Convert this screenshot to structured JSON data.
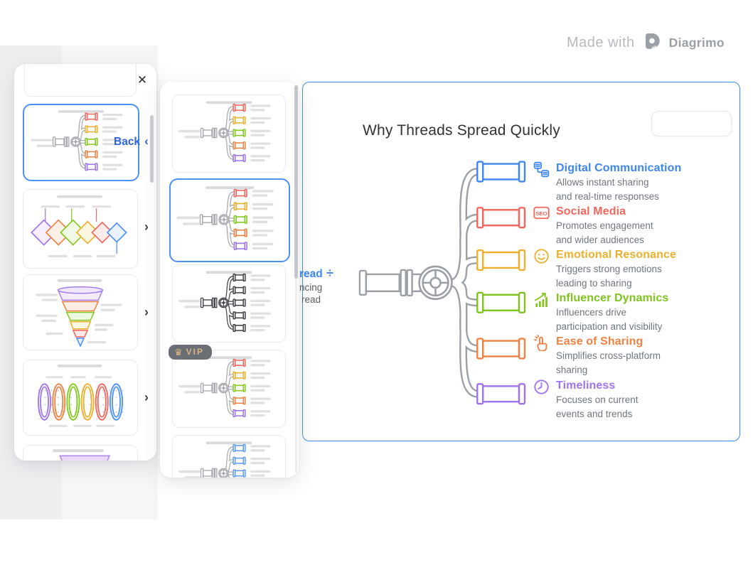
{
  "watermark": {
    "made_with_label": "Made with",
    "brand_name": "Diagrimo",
    "logo_icon": "diagrimo-logo"
  },
  "canvas": {
    "title": "Why Threads Spread Quickly",
    "border_color": "#3f8cf3",
    "toolbar": {
      "buttons": [
        {
          "name": "style-switcher-button",
          "icon": "style-switcher-icon"
        },
        {
          "name": "download-button",
          "icon": "download-icon"
        },
        {
          "name": "delete-button",
          "icon": "trash-icon"
        }
      ]
    },
    "pipe_diagram": {
      "kind": "pipes-and-valve-manifold",
      "pipe_color": "#9aa0a6",
      "branch_count": 6,
      "branch_colors": [
        "#3d86f5",
        "#f4655c",
        "#eeb02c",
        "#7fc41d",
        "#f08142",
        "#9d74ee"
      ]
    },
    "partially_hidden_node": {
      "title_fragment": "read",
      "divide_symbol": "÷",
      "desc_line1_fragment": "ncing",
      "desc_line2_fragment": "read"
    },
    "nodes": [
      {
        "title": "Digital Communication",
        "color": "#3d86f5",
        "icon": "database-stack-icon",
        "desc_line1": "Allows instant sharing",
        "desc_line2": "and real-time responses"
      },
      {
        "title": "Social Media",
        "color": "#f4655c",
        "icon": "seo-badge-icon",
        "icon_text": "SEO",
        "desc_line1": "Promotes engagement",
        "desc_line2": "and wider audiences"
      },
      {
        "title": "Emotional Resonance",
        "color": "#eeb02c",
        "icon": "smiley-icon",
        "desc_line1": "Triggers strong emotions",
        "desc_line2": "leading to sharing"
      },
      {
        "title": "Influencer Dynamics",
        "color": "#7fc41d",
        "icon": "growth-bars-icon",
        "desc_line1": "Influencers drive",
        "desc_line2": "participation and visibility"
      },
      {
        "title": "Ease of Sharing",
        "color": "#f08142",
        "icon": "click-hand-icon",
        "desc_line1": "Simplifies cross-platform",
        "desc_line2": "sharing"
      },
      {
        "title": "Timeliness",
        "color": "#9d74ee",
        "icon": "clock-icon",
        "desc_line1": "Focuses on current",
        "desc_line2": "events and trends"
      }
    ]
  },
  "left_panel": {
    "close_icon": "✕",
    "back_button": {
      "label": "Back",
      "chevron": "‹"
    },
    "expand_chevron": "›",
    "thumbnails": [
      {
        "name": "partial-template-top",
        "type": "unknown-partial"
      },
      {
        "name": "pipes-template",
        "type": "pipes-diagram",
        "selected": true
      },
      {
        "name": "diamond-chain-template",
        "type": "diamond-chain",
        "expandable": true
      },
      {
        "name": "funnel-template",
        "type": "funnel",
        "expandable": true
      },
      {
        "name": "rings-template",
        "type": "rings",
        "expandable": true
      },
      {
        "name": "pyramid-template-partial",
        "type": "pyramid-top"
      }
    ]
  },
  "middle_panel": {
    "vip_badge": {
      "label": "VIP",
      "crown_icon": "♛"
    },
    "thumbnails": [
      {
        "name": "pipes-variant-1",
        "type": "pipes-colored"
      },
      {
        "name": "pipes-variant-2",
        "type": "pipes-colored",
        "selected": true
      },
      {
        "name": "pipes-variant-3",
        "type": "pipes-monochrome"
      },
      {
        "name": "pipes-variant-4",
        "type": "pipes-colored",
        "vip": true
      },
      {
        "name": "pipes-variant-5",
        "type": "pipes-blue",
        "partial": true
      }
    ]
  },
  "palette": {
    "accent_blue": "#4a90f7",
    "pipe_gray": "#9aa0a6",
    "thumb_red": "#f4655c",
    "thumb_yellow": "#eeb02c",
    "thumb_green": "#82c91e",
    "thumb_orange": "#f08142",
    "thumb_purple": "#9d74ee",
    "thumb_blue": "#4a90f7"
  }
}
